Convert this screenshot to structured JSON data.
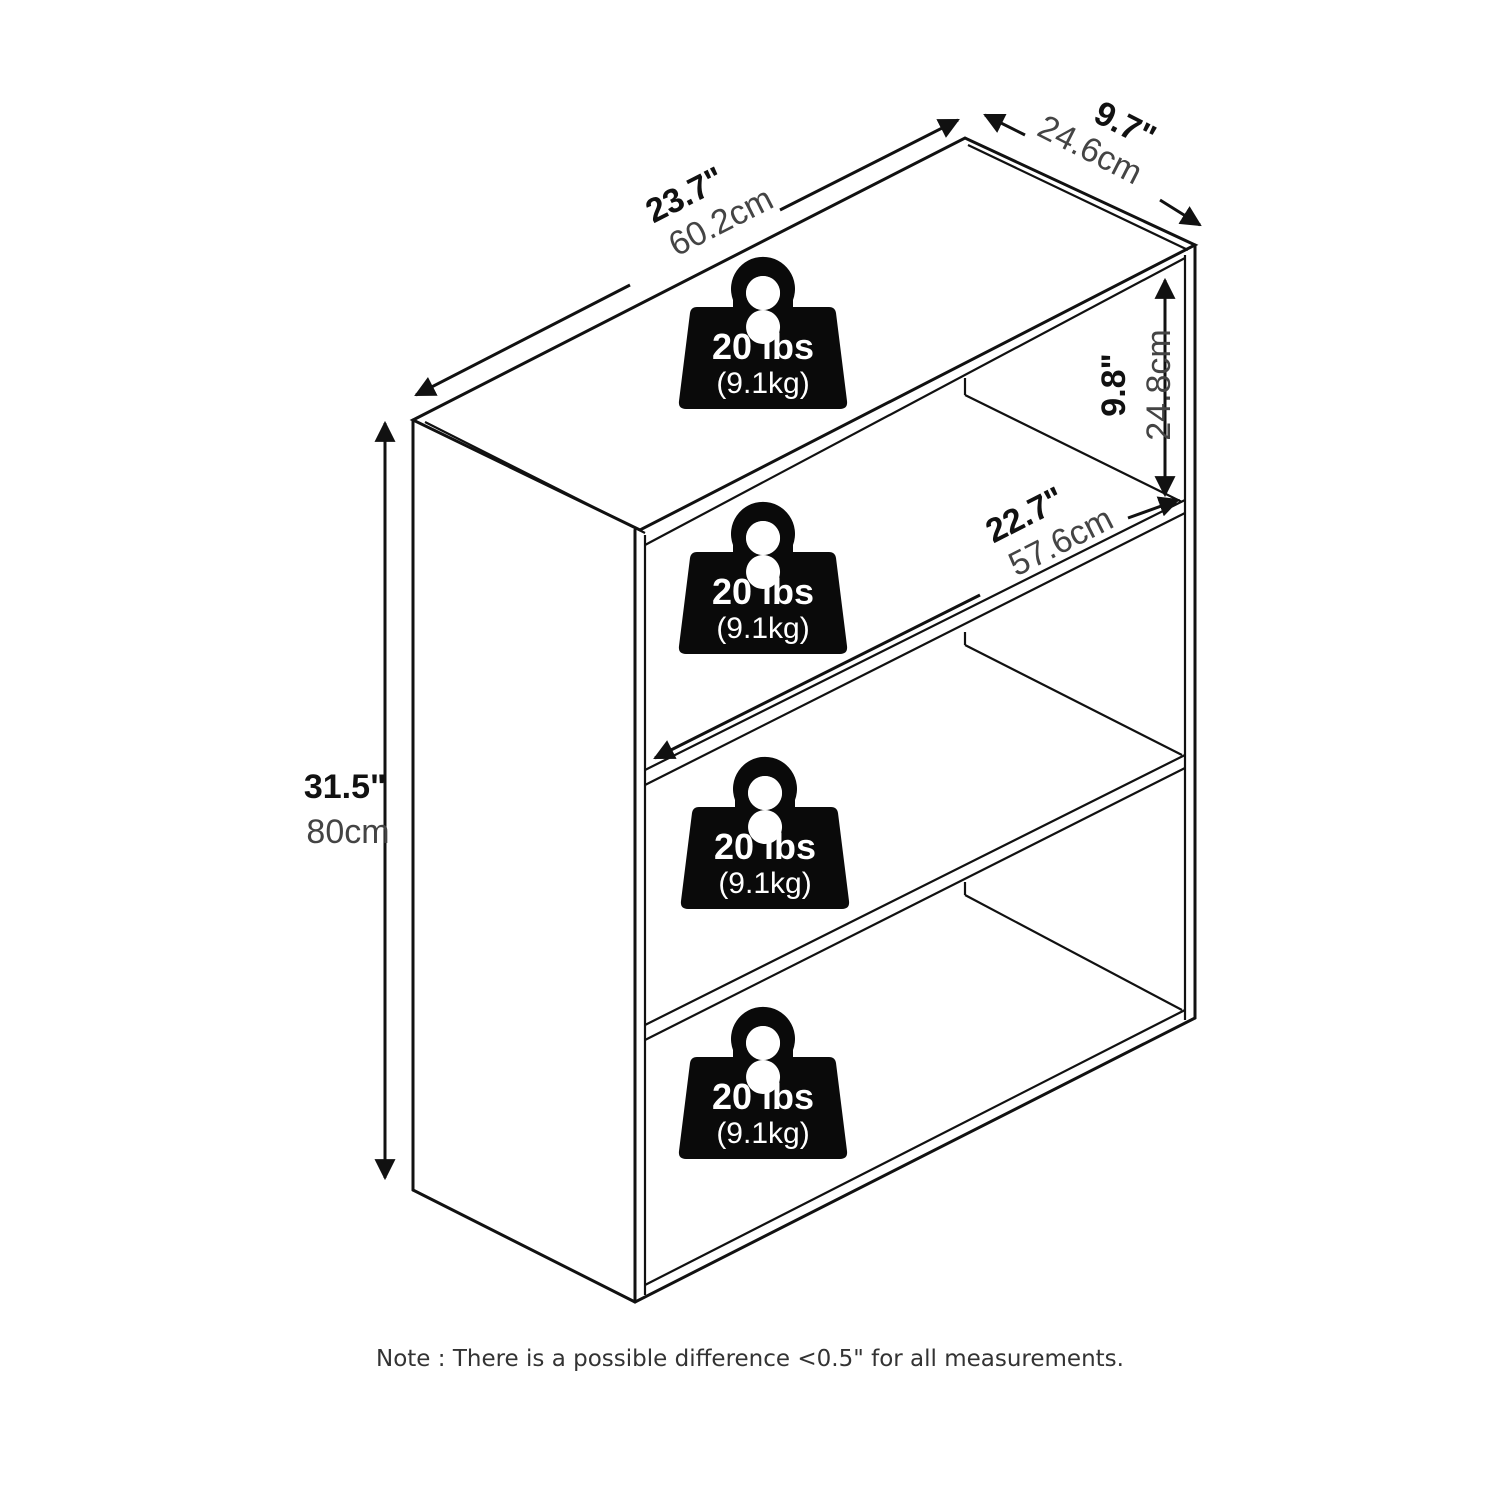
{
  "dimensions": {
    "width": {
      "in": "23.7\"",
      "cm": "60.2cm"
    },
    "depth": {
      "in": "9.7\"",
      "cm": "24.6cm"
    },
    "height": {
      "in": "31.5\"",
      "cm": "80cm"
    },
    "shelf_height": {
      "in": "9.8\"",
      "cm": "24.8cm"
    },
    "inner_width": {
      "in": "22.7\"",
      "cm": "57.6cm"
    }
  },
  "weights": [
    {
      "lbs": "20 lbs",
      "kg": "(9.1kg)"
    },
    {
      "lbs": "20 lbs",
      "kg": "(9.1kg)"
    },
    {
      "lbs": "20 lbs",
      "kg": "(9.1kg)"
    },
    {
      "lbs": "20 lbs",
      "kg": "(9.1kg)"
    }
  ],
  "note": "Note : There is a possible difference <0.5\" for all measurements."
}
